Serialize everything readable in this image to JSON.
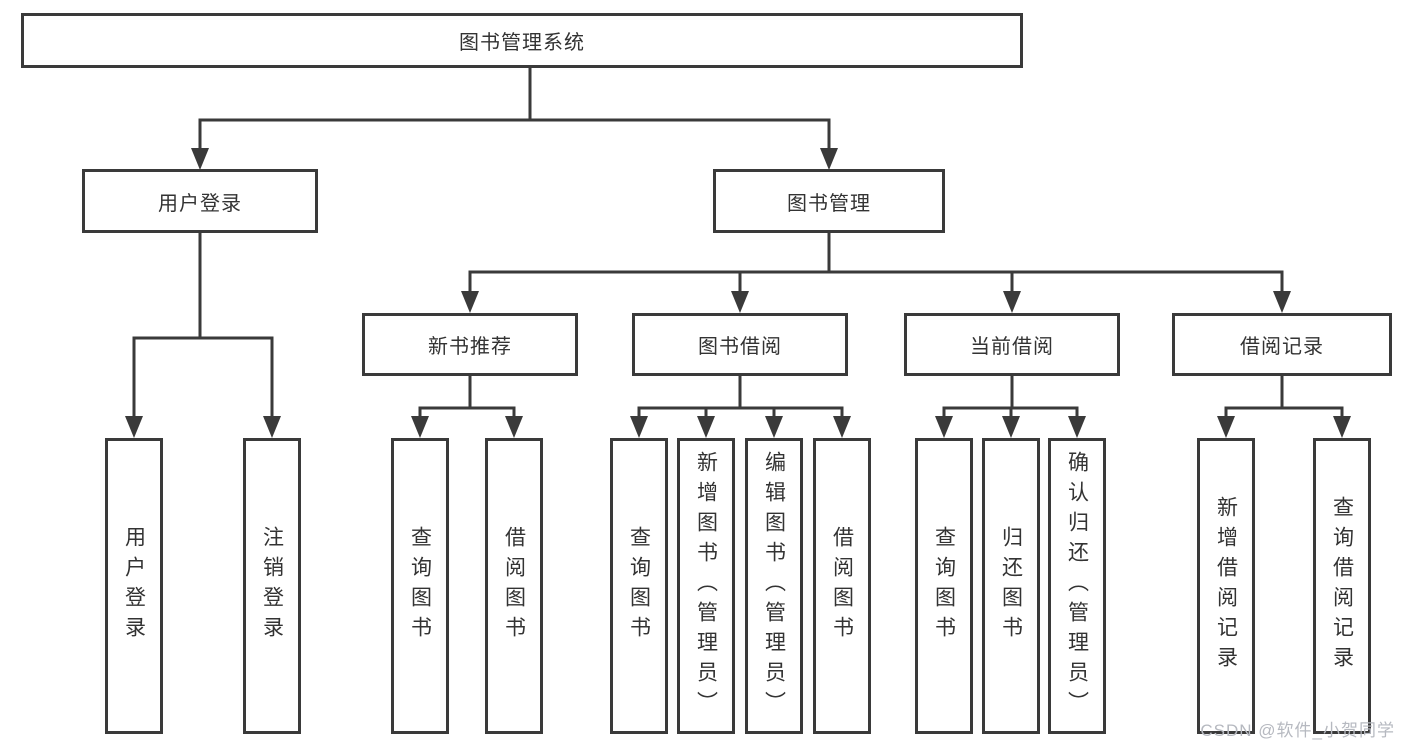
{
  "diagram_title": "图书管理系统",
  "tree": {
    "root": {
      "label": "图书管理系统"
    },
    "branches": [
      {
        "label": "用户登录",
        "children": [
          {
            "label": "用户登录"
          },
          {
            "label": "注销登录"
          }
        ]
      },
      {
        "label": "图书管理",
        "children": [
          {
            "label": "新书推荐",
            "children": [
              {
                "label": "查询图书"
              },
              {
                "label": "借阅图书"
              }
            ]
          },
          {
            "label": "图书借阅",
            "children": [
              {
                "label": "查询图书"
              },
              {
                "label": "新增图书（管理员）"
              },
              {
                "label": "编辑图书（管理员）"
              },
              {
                "label": "借阅图书"
              }
            ]
          },
          {
            "label": "当前借阅",
            "children": [
              {
                "label": "查询图书"
              },
              {
                "label": "归还图书"
              },
              {
                "label": "确认归还（管理员）"
              }
            ]
          },
          {
            "label": "借阅记录",
            "children": [
              {
                "label": "新增借阅记录"
              },
              {
                "label": "查询借阅记录"
              }
            ]
          }
        ]
      }
    ]
  },
  "watermark": "CSDN @软件_小贺同学",
  "colors": {
    "line": "#3a3a3a",
    "box_border": "#3a3a3a",
    "text": "#333333",
    "watermark": "#b6b9c0",
    "background": "#ffffff"
  }
}
